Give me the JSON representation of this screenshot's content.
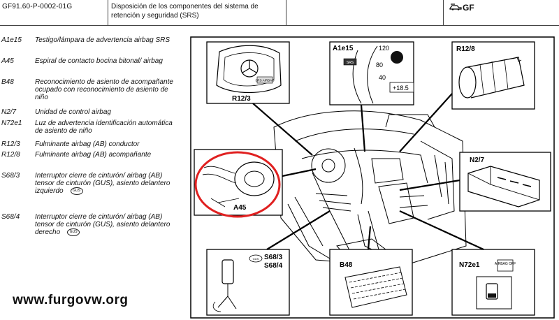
{
  "header": {
    "doc_id": "GF91.60-P-0002-01G",
    "title": "Disposición de los componentes del sistema de retención y seguridad (SRS)",
    "gf_label": "GF",
    "gf_icon": "car-arrow-icon"
  },
  "legend": [
    {
      "code": "A1e15",
      "desc": "Testigo/lámpara de advertencia airbag SRS"
    },
    {
      "code": "A45",
      "desc": "Espiral de contacto bocina bitonal/ airbag"
    },
    {
      "code": "B48",
      "desc": "Reconocimiento de asiento de acompañante ocupado con reconocimiento de asiento de niño"
    },
    {
      "code": "N2/7",
      "desc": "Unidad de control airbag"
    },
    {
      "code": "N72e1",
      "desc": "Luz de advertencia identificación automática de asiento de niño"
    },
    {
      "code": "R12/3",
      "desc": "Fulminante airbag (AB) conductor"
    },
    {
      "code": "R12/8",
      "desc": "Fulminante airbag (AB) acompañante"
    },
    {
      "code": "S68/3",
      "desc": "Interruptor cierre de cinturón/ airbag (AB) tensor de cinturón (GUS), asiento delantero izquierdo",
      "badge": "GUS"
    },
    {
      "code": "S68/4",
      "desc": "Interruptor cierre de cinturón/ airbag (AB) tensor de cinturón (GUS), asiento delantero derecho",
      "badge": "GUS"
    }
  ],
  "diagram": {
    "labels": {
      "r12_3": "R12/3",
      "a1e15": "A1e15",
      "r12_8": "R12/8",
      "n2_7": "N2/7",
      "a45": "A45",
      "s68_3": "S68/3",
      "s68_4": "S68/4",
      "b48": "B48",
      "n72e1": "N72e1",
      "gus_badge": "GUS"
    },
    "gauge": {
      "t1": "120",
      "t2": "80",
      "t3": "40",
      "readout": "+18.5",
      "tag": "SRS"
    },
    "airbag_cover_text": "SRS AIRBAG",
    "airbag_off": "AIRBAG OFF",
    "highlight_color": "#e02020"
  },
  "footer": {
    "website": "www.furgovw.org"
  }
}
